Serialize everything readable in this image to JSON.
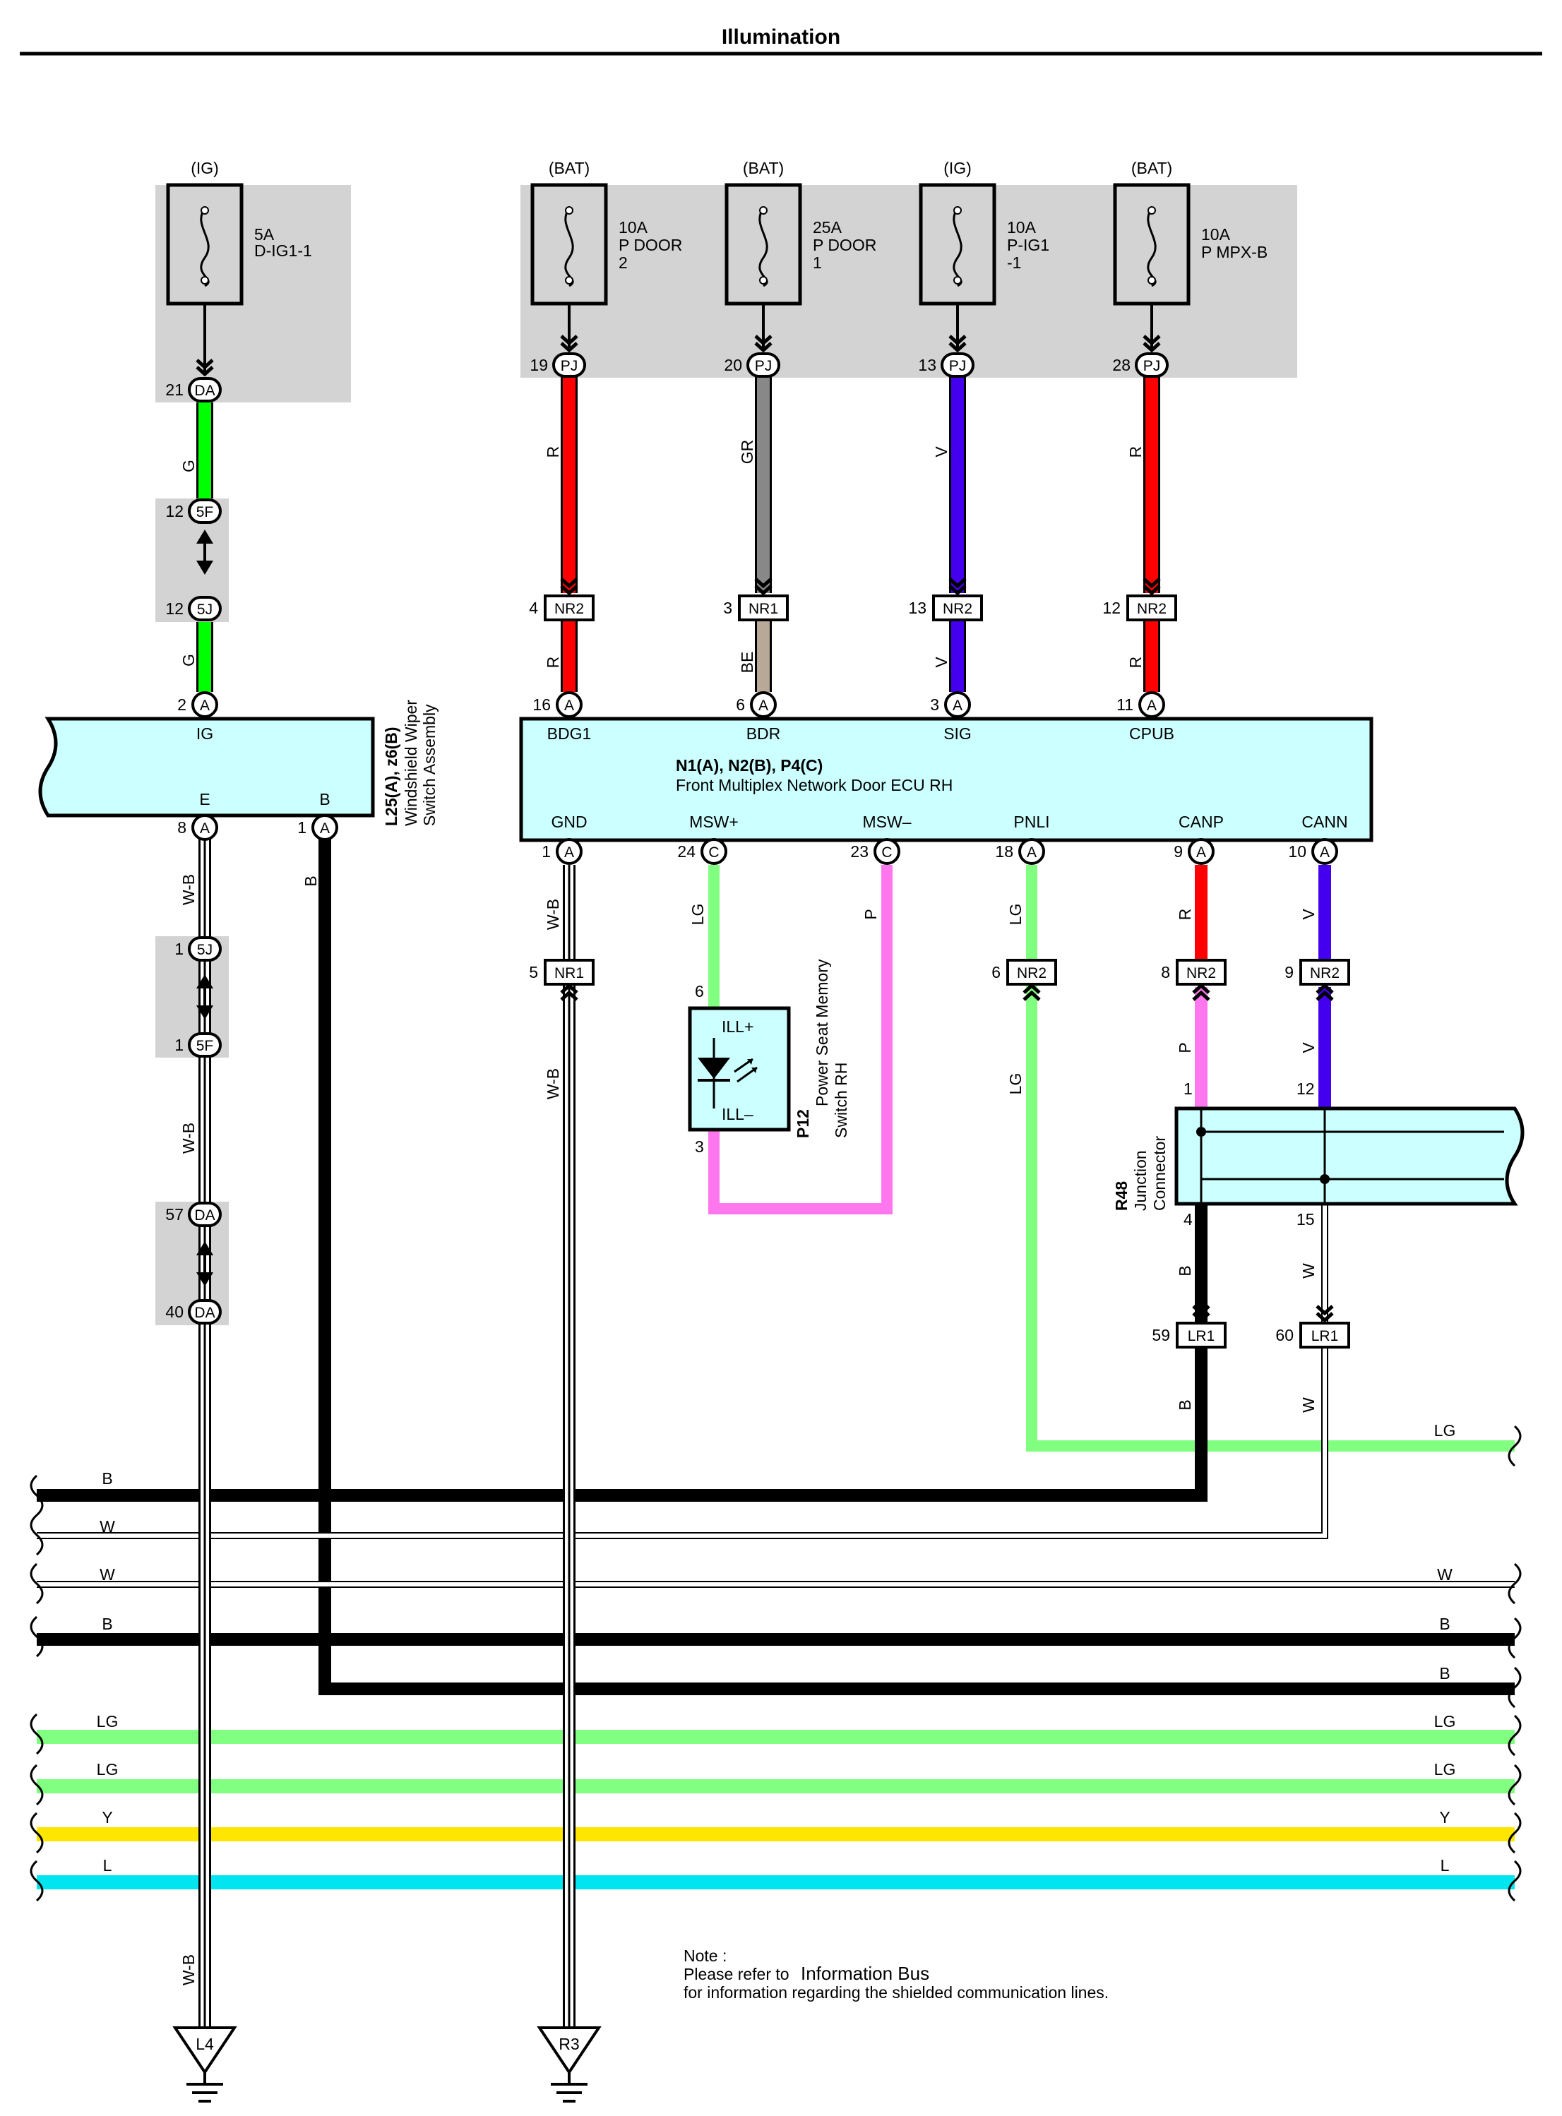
{
  "title": "Illumination",
  "colors": {
    "R": "#ff0000",
    "G": "#00ff00",
    "GR": "#888888",
    "V": "#4400ee",
    "BE": "#b8a898",
    "LG": "#80ff80",
    "P": "#ff77ee",
    "B": "#000000",
    "W": "#ffffff",
    "Y": "#ffe600",
    "L": "#00e5f0",
    "fuse_box": "#d3d3d3",
    "component": "#ccffff"
  },
  "fuses": [
    {
      "source": "(IG)",
      "rating": "5A",
      "name_lines": [
        "D-IG1-1"
      ]
    },
    {
      "source": "(BAT)",
      "rating": "10A",
      "name_lines": [
        "P DOOR",
        "2"
      ]
    },
    {
      "source": "(BAT)",
      "rating": "25A",
      "name_lines": [
        "P DOOR",
        "1"
      ]
    },
    {
      "source": "(IG)",
      "rating": "10A",
      "name_lines": [
        "P-IG1",
        "-1"
      ]
    },
    {
      "source": "(BAT)",
      "rating": "10A",
      "name_lines": [
        "P MPX-B"
      ]
    }
  ],
  "connectors": [
    {
      "pin": "21",
      "code": "DA"
    },
    {
      "pin": "12",
      "code": "5F"
    },
    {
      "pin": "12",
      "code": "5J"
    },
    {
      "pin": "2",
      "code": "A"
    },
    {
      "pin": "8",
      "code": "A"
    },
    {
      "pin": "1",
      "code": "A"
    },
    {
      "pin": "1",
      "code": "5J"
    },
    {
      "pin": "1",
      "code": "5F"
    },
    {
      "pin": "57",
      "code": "DA"
    },
    {
      "pin": "40",
      "code": "DA"
    },
    {
      "pin": "19",
      "code": "PJ"
    },
    {
      "pin": "20",
      "code": "PJ"
    },
    {
      "pin": "13",
      "code": "PJ"
    },
    {
      "pin": "28",
      "code": "PJ"
    },
    {
      "pin": "4",
      "code": "NR2"
    },
    {
      "pin": "3",
      "code": "NR1"
    },
    {
      "pin": "13",
      "code": "NR2"
    },
    {
      "pin": "12",
      "code": "NR2"
    },
    {
      "pin": "16",
      "code": "A"
    },
    {
      "pin": "6",
      "code": "A"
    },
    {
      "pin": "3",
      "code": "A"
    },
    {
      "pin": "11",
      "code": "A"
    },
    {
      "pin": "1",
      "code": "A"
    },
    {
      "pin": "24",
      "code": "C"
    },
    {
      "pin": "23",
      "code": "C"
    },
    {
      "pin": "18",
      "code": "A"
    },
    {
      "pin": "9",
      "code": "A"
    },
    {
      "pin": "10",
      "code": "A"
    },
    {
      "pin": "5",
      "code": "NR1"
    },
    {
      "pin": "6",
      "code": "NR2"
    },
    {
      "pin": "8",
      "code": "NR2"
    },
    {
      "pin": "9",
      "code": "NR2"
    },
    {
      "pin": "59",
      "code": "LR1"
    },
    {
      "pin": "60",
      "code": "LR1"
    }
  ],
  "wire_labels": [
    "G",
    "G",
    "W-B",
    "B",
    "W-B",
    "W-B",
    "R",
    "GR",
    "V",
    "R",
    "R",
    "BE",
    "V",
    "R",
    "W-B",
    "LG",
    "P",
    "LG",
    "R",
    "V",
    "W-B",
    "LG",
    "P",
    "V",
    "B",
    "W",
    "B",
    "W"
  ],
  "components": {
    "wiper": {
      "id": "L25(A), z6(B)",
      "name": "Windshield Wiper",
      "name2": "Switch Assembly",
      "terminals": [
        "IG",
        "E",
        "B"
      ]
    },
    "ecu": {
      "id": "N1(A), N2(B), P4(C)",
      "name": "Front Multiplex Network Door ECU RH",
      "top_terminals": [
        "BDG1",
        "BDR",
        "SIG",
        "CPUB"
      ],
      "bottom_terminals": [
        "GND",
        "MSW+",
        "MSW–",
        "PNLI",
        "CANP",
        "CANN"
      ]
    },
    "p12": {
      "id": "P12",
      "name": "Power Seat Memory",
      "name2": "Switch RH",
      "terminals": [
        "ILL+",
        "ILL–"
      ],
      "pins": [
        "6",
        "3"
      ]
    },
    "r48": {
      "id": "R48",
      "name": "Junction",
      "name2": "Connector",
      "pins": [
        "1",
        "12",
        "4",
        "15"
      ]
    }
  },
  "bus_lines": [
    {
      "color": "B",
      "left": "B",
      "right": ""
    },
    {
      "color": "W",
      "left": "W",
      "right": ""
    },
    {
      "color": "W",
      "left": "W",
      "right": "W"
    },
    {
      "color": "B",
      "left": "B",
      "right": "B"
    },
    {
      "color": "B",
      "left": "",
      "right": "B"
    },
    {
      "color": "LG",
      "left": "LG",
      "right": "LG"
    },
    {
      "color": "LG",
      "left": "LG",
      "right": "LG"
    },
    {
      "color": "Y",
      "left": "Y",
      "right": "Y"
    },
    {
      "color": "L",
      "left": "L",
      "right": "L"
    }
  ],
  "lg_right_label": "LG",
  "grounds": [
    "L4",
    "R3"
  ],
  "note": {
    "heading": "Note :",
    "line1a": "Please refer to",
    "line1b": "Information Bus",
    "line2": "for information regarding the shielded communication lines."
  }
}
